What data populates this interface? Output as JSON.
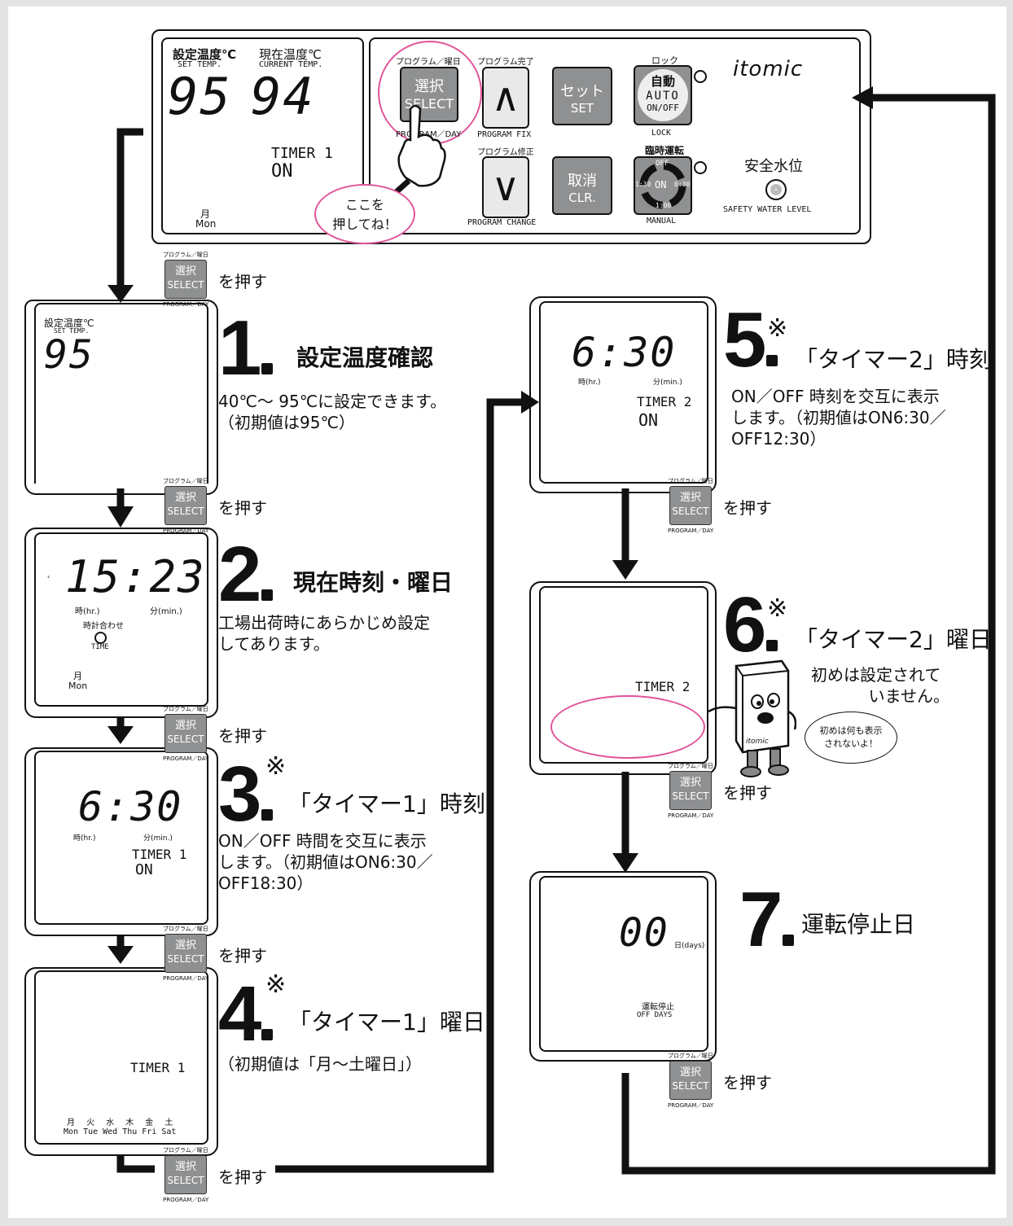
{
  "panel": {
    "set_temp_label": "設定温度℃",
    "set_temp_sub": "SET TEMP.",
    "current_temp_label": "現在温度℃",
    "current_temp_sub": "CURRENT TEMP.",
    "set_temp_value": "95",
    "current_temp_value": "94",
    "timer_label": "TIMER 1",
    "timer_state": "ON",
    "day_jp": "月",
    "day_en": "Mon",
    "select_top": "プログラム／曜日",
    "select_jp": "選択",
    "select_en": "SELECT",
    "select_bottom": "PROGRAM／DAY",
    "program_fix_top": "プログラム完了",
    "program_fix_bottom": "PROGRAM FIX",
    "up_symbol": "∧",
    "set_jp": "セット",
    "set_en": "SET",
    "lock_top": "ロック",
    "auto_jp": "自動",
    "auto_en": "AUTO",
    "auto_onoff": "ON/OFF",
    "lock_bottom": "LOCK",
    "brand": "itomic",
    "program_change_top": "プログラム修正",
    "program_change_bottom": "PROGRAM CHANGE",
    "down_symbol": "∨",
    "clear_jp": "取消",
    "clear_en": "CLR.",
    "manual_top": "臨時運転",
    "manual_off": "OFF",
    "manual_on": "ON",
    "manual_130": "1:30",
    "manual_030": "0:30",
    "manual_100": "1:00",
    "manual_bottom": "MANUAL",
    "safety_jp": "安全水位",
    "safety_en": "SAFETY WATER LEVEL",
    "bubble_line1": "ここを",
    "bubble_line2": "押してね！"
  },
  "press_label": "を押す",
  "mini_button": {
    "top": "プログラム／曜日",
    "jp": "選択",
    "en": "SELECT",
    "bottom": "PROGRAM／DAY"
  },
  "steps": [
    {
      "num": "1",
      "mark": "",
      "title": "設定温度確認",
      "desc": [
        "40℃～ 95℃に設定できます。",
        "（初期値は95℃）"
      ],
      "screen": {
        "label": "設定温度℃",
        "sub": "SET TEMP.",
        "value": "95"
      }
    },
    {
      "num": "2",
      "mark": "",
      "title": "現在時刻・曜日",
      "desc": [
        "工場出荷時にあらかじめ設定",
        "してあります。"
      ],
      "screen": {
        "value": "15:23",
        "hr": "時(hr.)",
        "min": "分(min.)",
        "clock_jp": "時計合わせ",
        "clock_en": "TIME",
        "day_jp": "月",
        "day_en": "Mon"
      }
    },
    {
      "num": "3",
      "mark": "※",
      "title": "「タイマー1」時刻",
      "desc": [
        "ON／OFF 時間を交互に表示",
        "します。（初期値はON6:30／",
        "OFF18:30）"
      ],
      "screen": {
        "value": "6:30",
        "hr": "時(hr.)",
        "min": "分(min.)",
        "timer": "TIMER 1",
        "state": "ON"
      }
    },
    {
      "num": "4",
      "mark": "※",
      "title": "「タイマー1」曜日",
      "desc": [
        "（初期値は「月～土曜日」）"
      ],
      "screen": {
        "timer": "TIMER 1",
        "days_jp": [
          "月",
          "火",
          "水",
          "木",
          "金",
          "土"
        ],
        "days_en": [
          "Mon",
          "Tue",
          "Wed",
          "Thu",
          "Fri",
          "Sat"
        ]
      }
    },
    {
      "num": "5",
      "mark": "※",
      "title": "「タイマー2」時刻",
      "desc": [
        "ON／OFF 時刻を交互に表示",
        "します。（初期値はON6:30／",
        "OFF12:30）"
      ],
      "screen": {
        "value": "6:30",
        "hr": "時(hr.)",
        "min": "分(min.)",
        "timer": "TIMER 2",
        "state": "ON"
      }
    },
    {
      "num": "6",
      "mark": "※",
      "title": "「タイマー2」曜日",
      "desc": [
        "初めは設定されて",
        "いません。"
      ],
      "screen": {
        "timer": "TIMER 2"
      },
      "mascot_bubble": [
        "初めは何も表示",
        "されないよ！"
      ],
      "mascot_brand": "itomic"
    },
    {
      "num": "7",
      "mark": "",
      "title": "運転停止日",
      "desc": [],
      "screen": {
        "value": "00",
        "unit": "日(days)",
        "label_jp": "運転停止",
        "label_en": "OFF DAYS"
      }
    }
  ],
  "colors": {
    "button_gray": "#8f9091",
    "highlight_pink": "#e0559a",
    "bubble_pink": "#f4c3d6",
    "background": "#e4e4e4"
  }
}
